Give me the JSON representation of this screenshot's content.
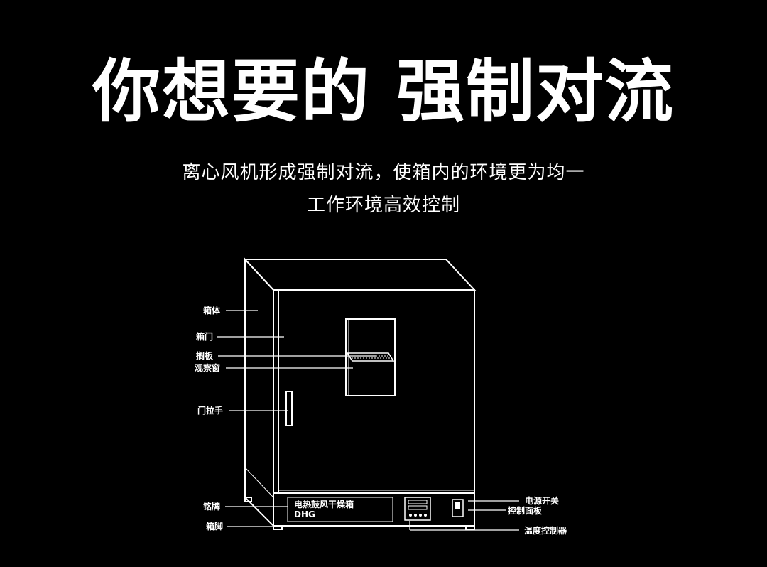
{
  "headline": {
    "part1": "你想要的",
    "part2": "强制对流"
  },
  "subtitle": {
    "line1": "离心风机形成强制对流，使箱内的环境更为均一",
    "line2": "工作环境高效控制"
  },
  "diagram_labels": {
    "cabinet_body": "箱体",
    "cabinet_door": "箱门",
    "shelf": "搁板",
    "viewing_window": "观察窗",
    "door_handle": "门拉手",
    "nameplate": "铭牌",
    "cabinet_foot": "箱脚",
    "power_switch": "电源开关",
    "control_panel": "控制面板",
    "temperature_controller": "温度控制器"
  },
  "nameplate_text": {
    "line1": "电热鼓风干燥箱",
    "line2": "DHG"
  },
  "colors": {
    "background": "#000000",
    "foreground": "#ffffff"
  }
}
